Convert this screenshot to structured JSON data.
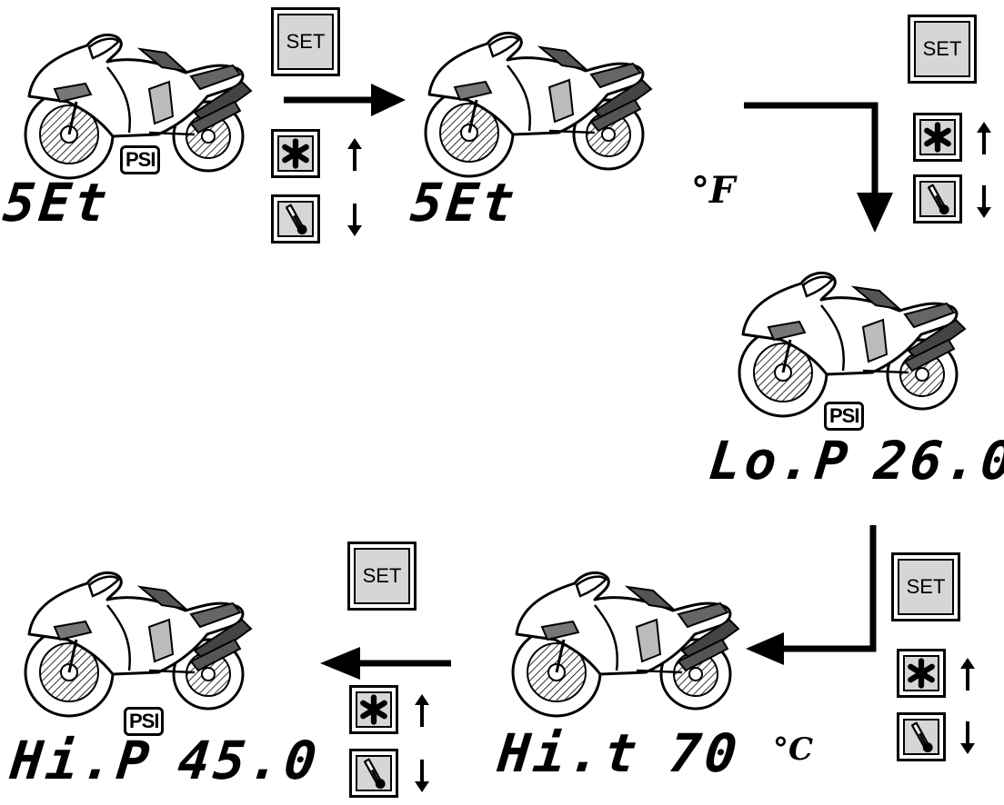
{
  "screens": [
    {
      "id": "s1",
      "code": "5Et",
      "value": "",
      "psi": "PSI",
      "unit": ""
    },
    {
      "id": "s2",
      "code": "5Et",
      "value": "",
      "psi": "",
      "unit": "°F"
    },
    {
      "id": "s3",
      "code": "Lo.P",
      "value": "26.0",
      "psi": "PSI",
      "unit": ""
    },
    {
      "id": "s4",
      "code": "Hi.t",
      "value": "70",
      "psi": "",
      "unit": "°C"
    },
    {
      "id": "s5",
      "code": "Hi.P",
      "value": "45.0",
      "psi": "PSI",
      "unit": ""
    }
  ],
  "buttons": {
    "set_label": "SET"
  },
  "icons": {
    "up_key": "asterisk-icon",
    "down_key": "thermometer-icon",
    "up_arrow": "arrow-up-icon",
    "down_arrow": "arrow-down-icon",
    "motorcycle": "motorcycle-icon"
  }
}
